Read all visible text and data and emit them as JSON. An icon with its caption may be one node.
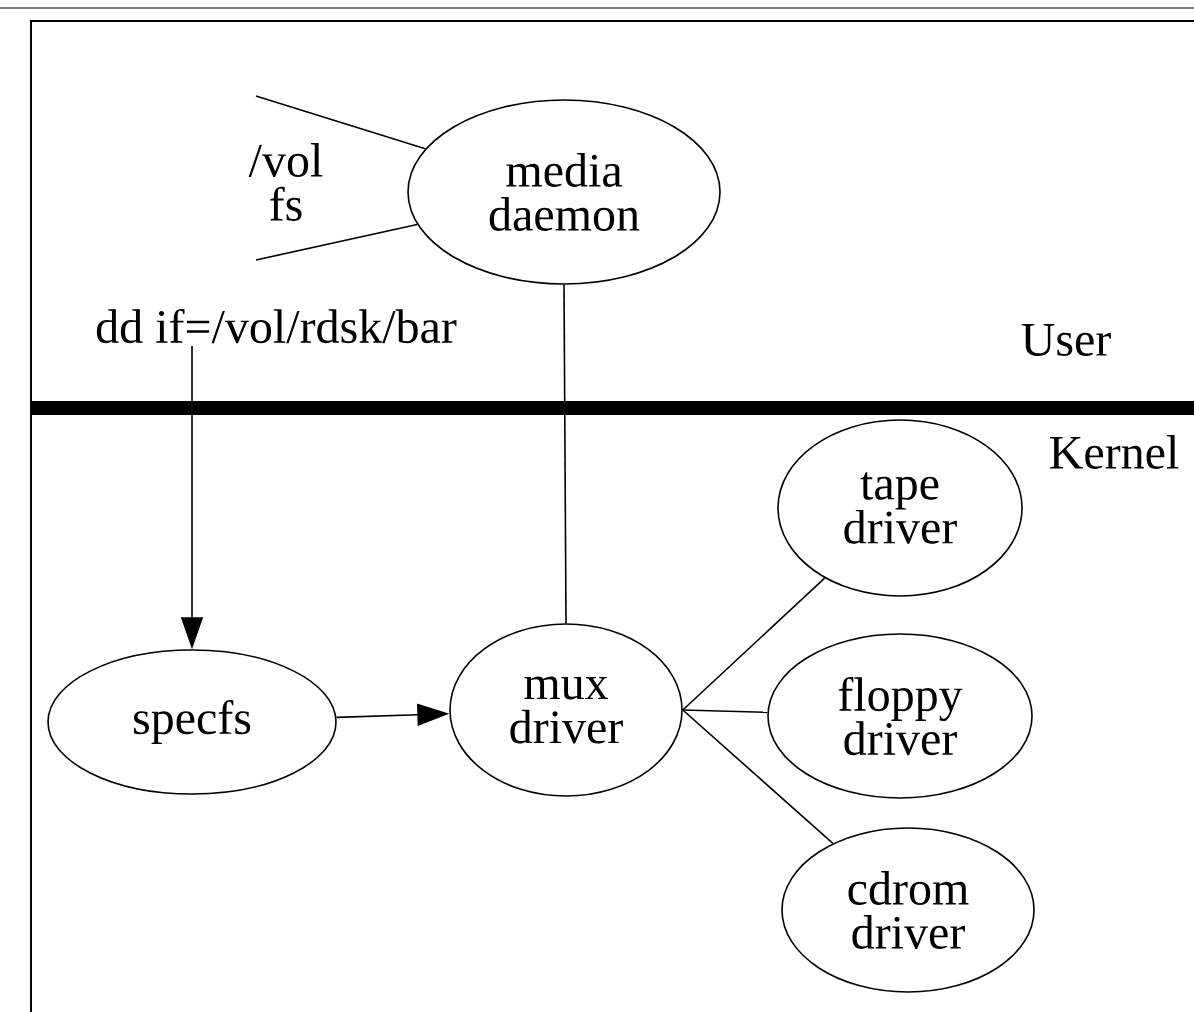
{
  "diagram": {
    "nodes": [
      {
        "text": [
          "media daemon"
        ]
      },
      {
        "text": [
          "dd if=/vol/rdsk/bar"
        ]
      },
      {
        "text": [
          "specfs"
        ]
      },
      {
        "text": [
          "mux driver"
        ]
      },
      {
        "text": [
          "tape driver"
        ]
      },
      {
        "text": [
          "floppy driver"
        ]
      },
      {
        "text": [
          "cdrom driver"
        ]
      }
    ],
    "edges": [
      {
        "from": null,
        "to": 0,
        "arrow": "none"
      },
      {
        "from": null,
        "to": 0,
        "arrow": "none"
      },
      {
        "from": 1,
        "to": 2,
        "arrow": "to"
      },
      {
        "from": 0,
        "to": 3,
        "arrow": "none"
      },
      {
        "from": 2,
        "to": 3,
        "arrow": "to"
      },
      {
        "from": 3,
        "to": 4,
        "arrow": "none"
      },
      {
        "from": 3,
        "to": 5,
        "arrow": "none"
      },
      {
        "from": 3,
        "to": 6,
        "arrow": "none"
      }
    ],
    "labels": [
      "/vol fs",
      "User",
      "Kernel"
    ]
  }
}
